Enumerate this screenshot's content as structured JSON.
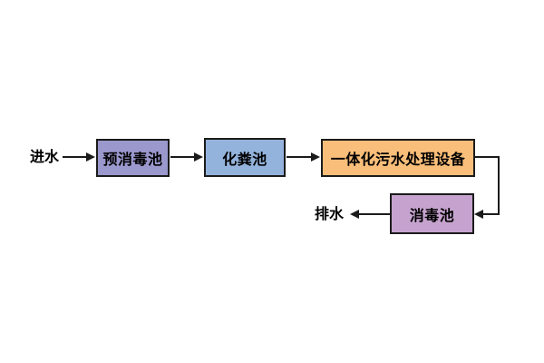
{
  "flowchart": {
    "background": "#ffffff",
    "line_color": "#1b1b1b",
    "text_color": "#000000",
    "inflow_label": "进水",
    "outflow_label": "排水",
    "nodes": [
      {
        "id": "pre-disinfection-tank",
        "label": "预消毒池",
        "fill": "#9a98cd"
      },
      {
        "id": "septic-tank",
        "label": "化粪池",
        "fill": "#94b3dc"
      },
      {
        "id": "integrated-sewage-treatment-equipment",
        "label": "一体化污水处理设备",
        "fill": "#f9be79"
      },
      {
        "id": "disinfection-tank",
        "label": "消毒池",
        "fill": "#c6a3cf"
      }
    ]
  }
}
